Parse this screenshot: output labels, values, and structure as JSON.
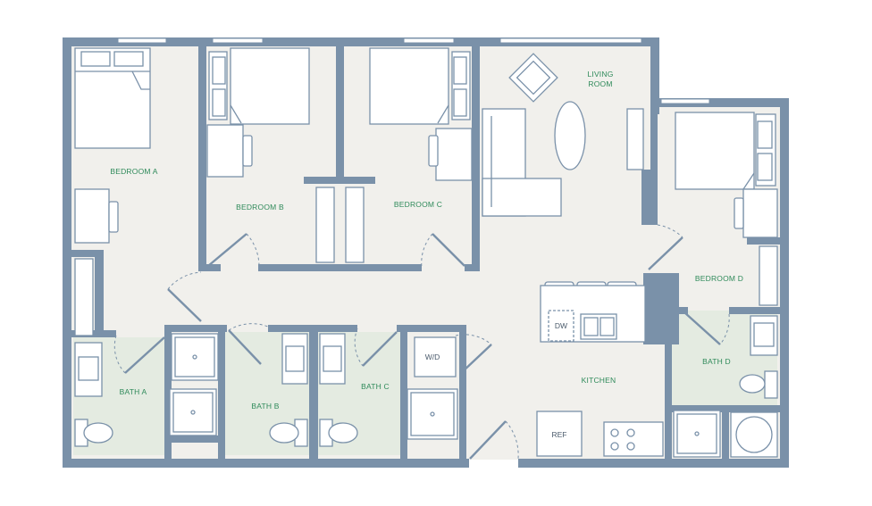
{
  "rooms": {
    "bedroom_a": "BEDROOM A",
    "bedroom_b": "BEDROOM B",
    "bedroom_c": "BEDROOM C",
    "bedroom_d": "BEDROOM D",
    "living_room_line1": "LIVING",
    "living_room_line2": "ROOM",
    "kitchen": "KITCHEN",
    "bath_a": "BATH A",
    "bath_b": "BATH B",
    "bath_c": "BATH C",
    "bath_d": "BATH D"
  },
  "appliances": {
    "dishwasher": "DW",
    "washer_dryer": "W/D",
    "refrigerator": "REF"
  },
  "colors": {
    "wall": "#7a91a9",
    "floor": "#f1f0ec",
    "bath_floor": "#e4ebe1",
    "label": "#2f8a5a"
  }
}
